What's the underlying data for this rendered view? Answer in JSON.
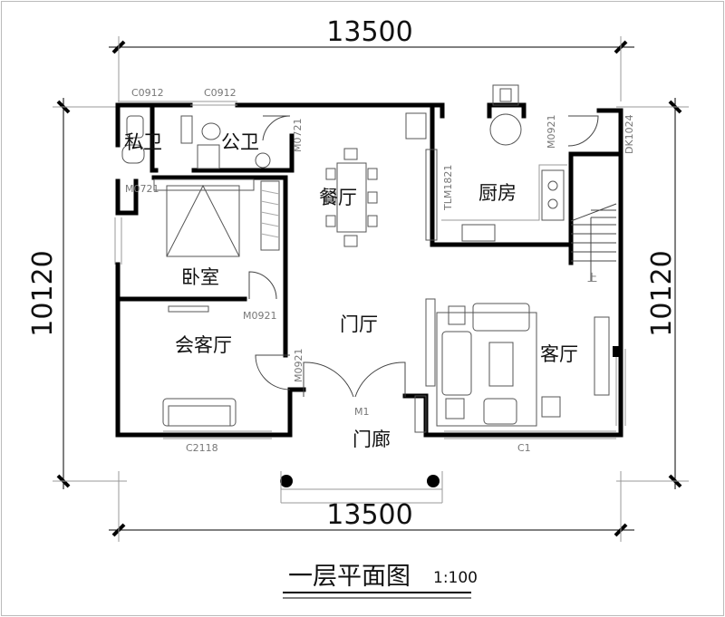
{
  "dimensions": {
    "top": "13500",
    "bottom": "13500",
    "left": "10120",
    "right": "10120"
  },
  "rooms": {
    "private_bath": "私卫",
    "public_bath": "公卫",
    "dining": "餐厅",
    "kitchen": "厨房",
    "bedroom": "卧室",
    "foyer": "门厅",
    "reception": "会客厅",
    "living": "客厅",
    "porch": "门廊"
  },
  "codes": {
    "c0912_a": "C0912",
    "c0912_b": "C0912",
    "m0721_top": "M0721",
    "m0921_kitchen": "M0921",
    "dk1024": "DK1024",
    "tlm1821": "TLM1821",
    "m0721_side": "M0721",
    "m0921_bed": "M0921",
    "m0921_foyer": "M0921",
    "m1": "M1",
    "c2118": "C2118",
    "c1": "C1",
    "stair_up": "上"
  },
  "title": {
    "text": "一层平面图",
    "scale": "1:100"
  }
}
